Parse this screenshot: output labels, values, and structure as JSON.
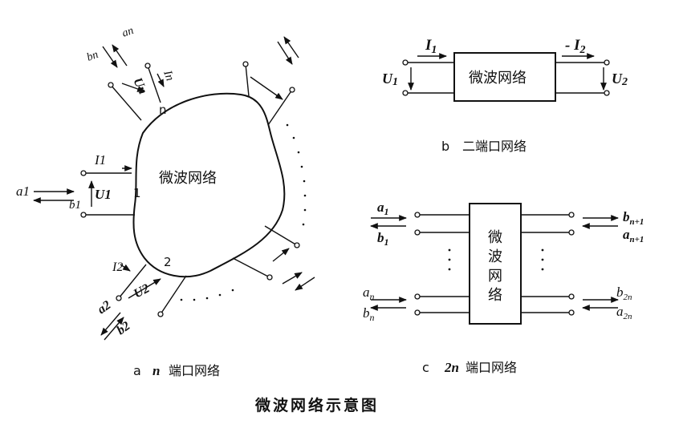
{
  "panel_a": {
    "blob_label": "微波网络",
    "port1_current": "I1",
    "port1_voltage": "U1",
    "port1_in_wave": "a1",
    "port1_out_wave": "b1",
    "port1_number": "1",
    "port2_current": "I2",
    "port2_voltage": "U2",
    "port2_in_wave": "a2",
    "port2_out_wave": "b2",
    "port2_number": "2",
    "portn_current": "In",
    "portn_voltage": "Un",
    "portn_in_wave": "an",
    "portn_out_wave": "bn",
    "portn_number": "n",
    "caption_letter": "a",
    "caption_n": "n",
    "caption_text": "端口网络"
  },
  "panel_b": {
    "box_label": "微波网络",
    "i1": "I",
    "i1_sub": "1",
    "i2_prefix": "- I",
    "i2_sub": "2",
    "u1": "U",
    "u1_sub": "1",
    "u2": "U",
    "u2_sub": "2",
    "caption_letter": "b",
    "caption_text": "二端口网络"
  },
  "panel_c": {
    "box_chars": [
      "微",
      "波",
      "网",
      "络"
    ],
    "a1": "a",
    "a1_sub": "1",
    "b1": "b",
    "b1_sub": "1",
    "an": "a",
    "an_sub": "n",
    "bn": "b",
    "bn_sub": "n",
    "bn1": "b",
    "bn1_sub": "n+1",
    "an1": "a",
    "an1_sub": "n+1",
    "b2n": "b",
    "b2n_sub": "2n",
    "a2n": "a",
    "a2n_sub": "2n",
    "dots": "·",
    "caption_letter": "c",
    "caption_2n": "2n",
    "caption_text": "端口网络"
  },
  "figure_title": "微波网络示意图"
}
